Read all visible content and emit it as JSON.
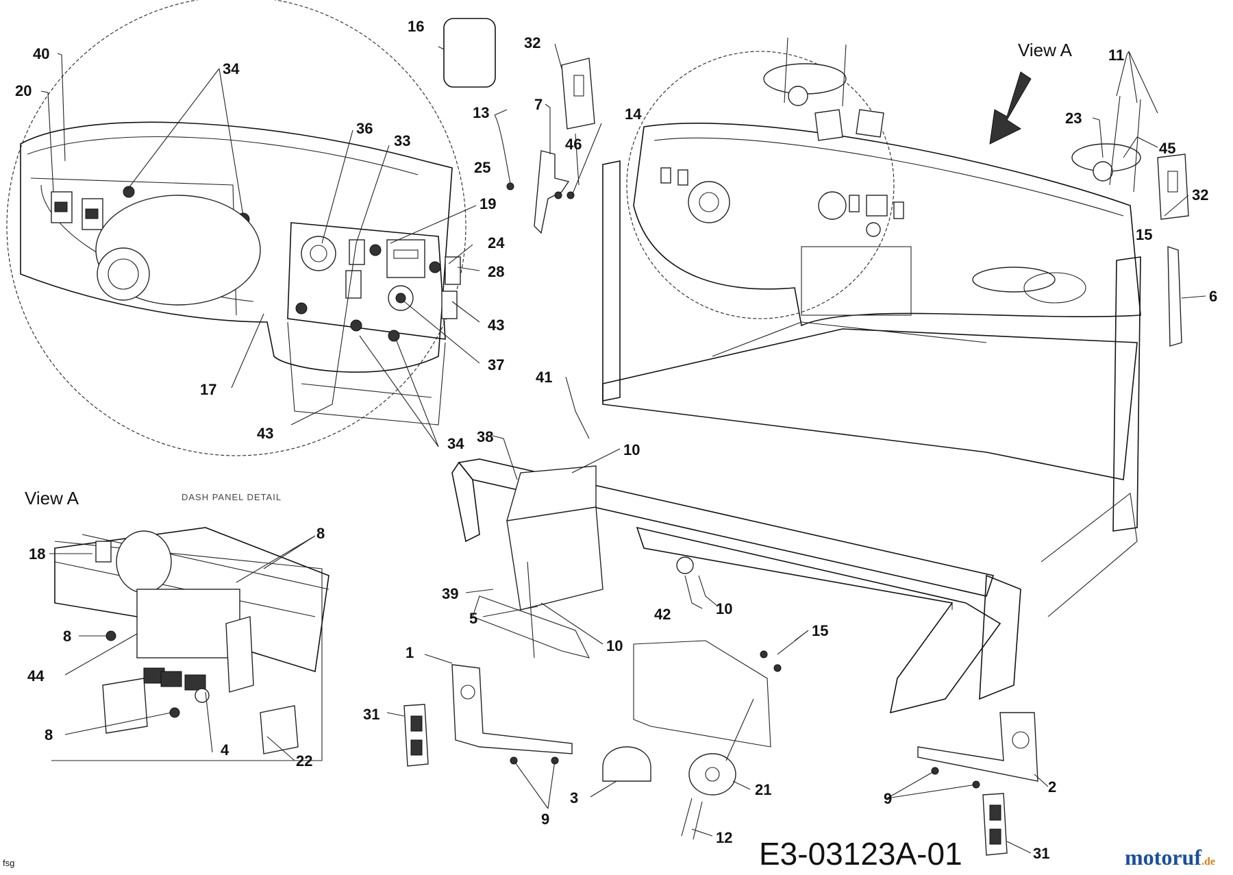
{
  "diagram": {
    "drawing_code": "E3-03123A-01",
    "view_a_label": "View A",
    "view_a_inset_label": "View A",
    "inset_caption": "DASH PANEL DETAIL",
    "corner_mark": "fsg",
    "logo": {
      "main": "motoruf",
      "suffix": ".de",
      "color_main": "#1a4f9c",
      "color_accent": "#e07b1a"
    },
    "callouts": {
      "c1": "1",
      "c2": "2",
      "c3": "3",
      "c4": "4",
      "c5": "5",
      "c6": "6",
      "c7": "7",
      "c8a": "8",
      "c8b": "8",
      "c8c": "8",
      "c9a": "9",
      "c9b": "9",
      "c10a": "10",
      "c10b": "10",
      "c10c": "10",
      "c11": "11",
      "c12": "12",
      "c13": "13",
      "c14": "14",
      "c15a": "15",
      "c15b": "15",
      "c16": "16",
      "c17": "17",
      "c18": "18",
      "c19": "19",
      "c20": "20",
      "c21": "21",
      "c22": "22",
      "c23": "23",
      "c24": "24",
      "c25": "25",
      "c28": "28",
      "c31a": "31",
      "c31b": "31",
      "c32a": "32",
      "c32b": "32",
      "c33": "33",
      "c34a": "34",
      "c34b": "34",
      "c36": "36",
      "c37": "37",
      "c38": "38",
      "c39": "39",
      "c40": "40",
      "c41": "41",
      "c42": "42",
      "c43a": "43",
      "c43b": "43",
      "c44": "44",
      "c45": "45",
      "c46": "46"
    }
  }
}
